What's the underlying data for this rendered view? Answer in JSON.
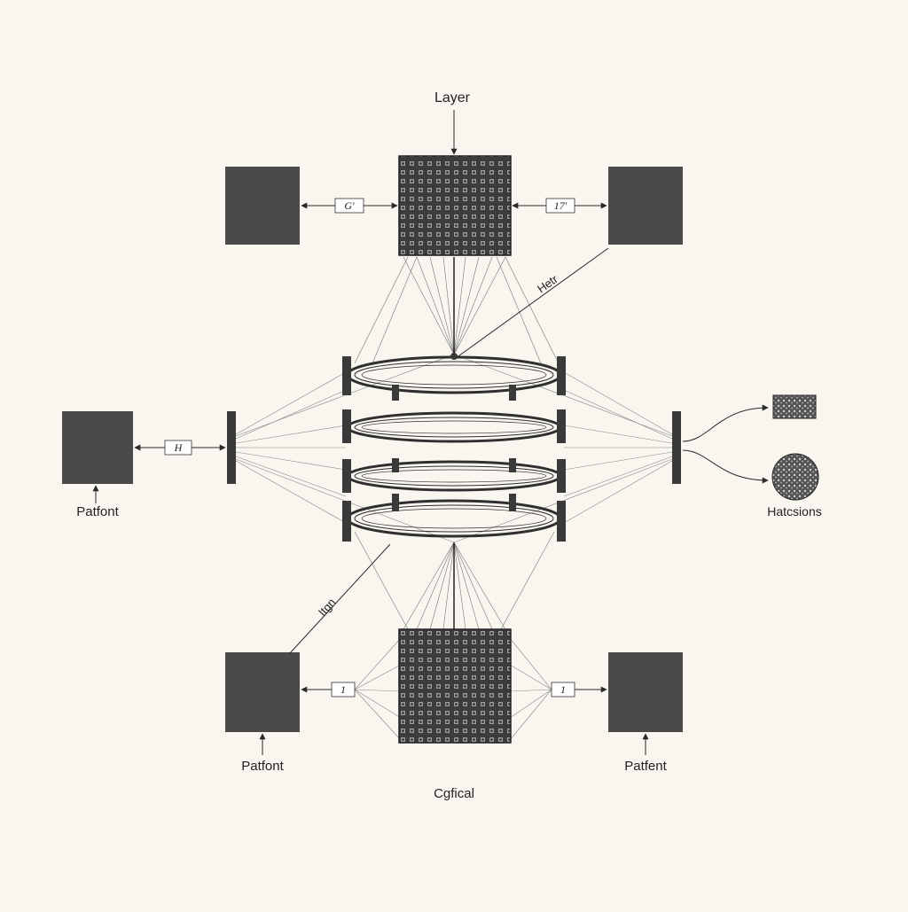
{
  "diagram": {
    "top_label": "Layer",
    "bottom_label": "Cgfical",
    "left_label": "Patfont",
    "bottom_left_label": "Patfont",
    "bottom_right_label": "Patfent",
    "right_label": "Hatcsions",
    "diag_upper_label": "Hetr",
    "diag_lower_label": "Itgn",
    "tag_top_left": "G'",
    "tag_top_right": "17'",
    "tag_mid_left": "H",
    "tag_bottom_left": "1",
    "tag_bottom_right": "1",
    "colors": {
      "background": "#f9f6ef",
      "block": "#4a4a4a",
      "ink": "#2a2a2a"
    }
  }
}
